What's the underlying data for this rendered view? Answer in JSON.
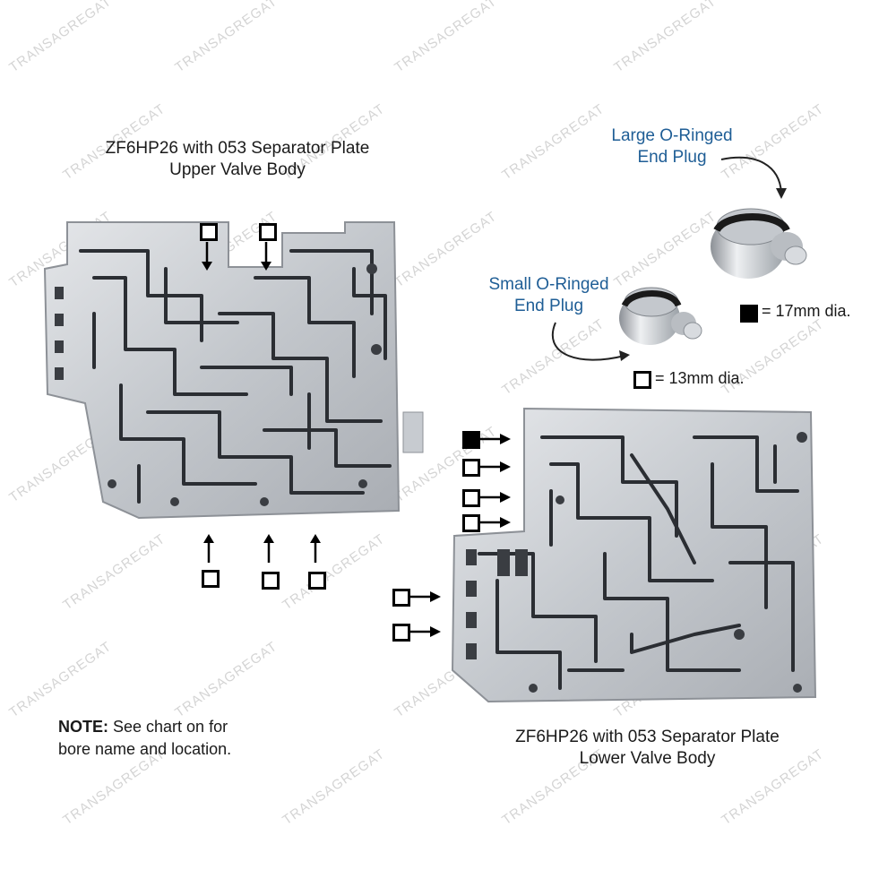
{
  "watermark": "TRANSAGREGAT",
  "upper_caption": {
    "line1": "ZF6HP26 with 053 Separator Plate",
    "line2": "Upper Valve Body"
  },
  "lower_caption": {
    "line1": "ZF6HP26 with 053 Separator Plate",
    "line2": "Lower Valve Body"
  },
  "large_plug_label": {
    "line1": "Large O-Ringed",
    "line2": "End Plug"
  },
  "small_plug_label": {
    "line1": "Small O-Ringed",
    "line2": "End Plug"
  },
  "legend": {
    "filled_text": "= 17mm dia.",
    "open_text": "= 13mm dia."
  },
  "note": {
    "bold": "NOTE:",
    "line1_rest": " See chart on for",
    "line2": "bore name and location."
  },
  "bore_markers": {
    "upper_top": [
      "13mm",
      "13mm"
    ],
    "upper_bottom": [
      "13mm",
      "13mm",
      "13mm"
    ],
    "lower_right_of": [
      "17mm",
      "13mm",
      "13mm",
      "13mm",
      "13mm",
      "13mm"
    ]
  },
  "colors": {
    "label_blue": "#1f5e96",
    "metal": "#c9ccd0",
    "channel": "#2b2e33"
  }
}
